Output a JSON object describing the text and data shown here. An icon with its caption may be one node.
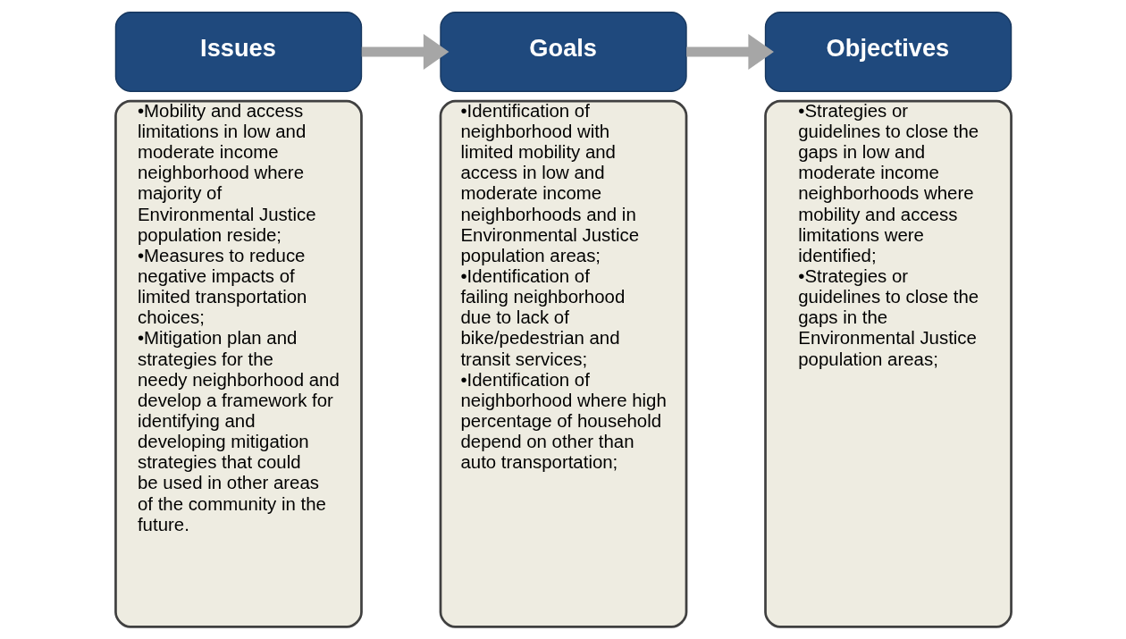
{
  "diagram": {
    "nodes": [
      {
        "text": [
          "Issues"
        ]
      },
      {
        "text": [
          "•Mobility and access limitations in low and moderate income neighborhood where majority of Environmental Justice population reside;",
          "•Measures to reduce negative impacts of limited transportation choices;",
          "•Mitigation plan and strategies for the needy neighborhood and develop a framework for identifying and developing mitigation strategies that could be used in other areas of the community in the future."
        ]
      },
      {
        "text": [
          "Goals"
        ]
      },
      {
        "text": [
          "•Identification of neighborhood with limited mobility and access in low and moderate income neighborhoods and in Environmental Justice population areas;",
          "•Identification of failing neighborhood due to lack of bike/pedestrian and transit services;",
          "•Identification of neighborhood where high percentage of household depend on other than auto transportation;"
        ]
      },
      {
        "text": [
          "Objectives"
        ]
      },
      {
        "text": [
          "•Strategies or guidelines to close the gaps in low and moderate income neighborhoods where mobility and access limitations were identified;",
          "•Strategies or guidelines to close the gaps in the Environmental Justice population areas;"
        ]
      }
    ],
    "edges": [
      {
        "from": 0,
        "to": 2,
        "arrow": "to"
      },
      {
        "from": 2,
        "to": 4,
        "arrow": "to"
      }
    ]
  }
}
